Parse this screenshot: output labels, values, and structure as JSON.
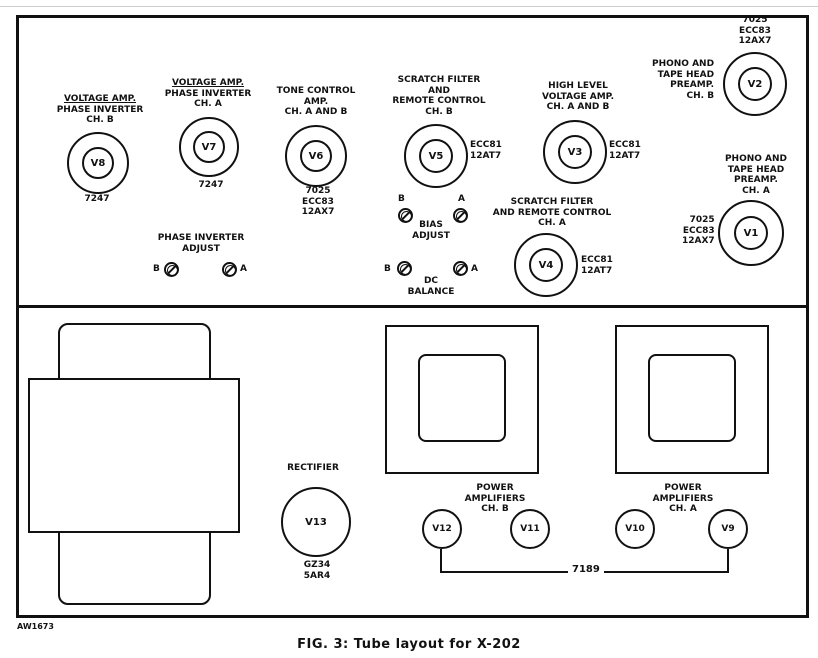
{
  "tubes": {
    "v8": {
      "id": "V8",
      "title1": "VOLTAGE AMP.",
      "title2": "PHASE INVERTER",
      "title3": "CH. B",
      "type": "7247"
    },
    "v7": {
      "id": "V7",
      "title1": "VOLTAGE AMP.",
      "title2": "PHASE INVERTER",
      "title3": "CH. A",
      "type": "7247"
    },
    "v6": {
      "id": "V6",
      "title1": "TONE CONTROL",
      "title2": "AMP.",
      "title3": "CH. A AND B",
      "type1": "7025",
      "type2": "ECC83",
      "type3": "12AX7"
    },
    "v5": {
      "id": "V5",
      "title1": "SCRATCH FILTER",
      "title2": "AND",
      "title3": "REMOTE CONTROL",
      "title4": "CH. B",
      "type1": "ECC81",
      "type2": "12AT7"
    },
    "v3": {
      "id": "V3",
      "title1": "HIGH LEVEL",
      "title2": "VOLTAGE AMP.",
      "title3": "CH. A AND B",
      "type1": "ECC81",
      "type2": "12AT7"
    },
    "v2": {
      "id": "V2",
      "type1": "7025",
      "type2": "ECC83",
      "type3": "12AX7",
      "title1": "PHONO AND",
      "title2": "TAPE HEAD",
      "title3": "PREAMP.",
      "title4": "CH. B"
    },
    "v1": {
      "id": "V1",
      "title1": "PHONO AND",
      "title2": "TAPE HEAD",
      "title3": "PREAMP.",
      "title4": "CH. A",
      "type1": "7025",
      "type2": "ECC83",
      "type3": "12AX7"
    },
    "v4": {
      "id": "V4",
      "title1": "SCRATCH FILTER",
      "title2": "AND REMOTE CONTROL",
      "title3": "CH. A",
      "type1": "ECC81",
      "type2": "12AT7"
    },
    "v13": {
      "id": "V13",
      "title": "RECTIFIER",
      "type1": "GZ34",
      "type2": "5AR4"
    },
    "v12": {
      "id": "V12"
    },
    "v11": {
      "id": "V11"
    },
    "v10": {
      "id": "V10"
    },
    "v9": {
      "id": "V9"
    }
  },
  "adjustments": {
    "phase_inverter": {
      "title1": "PHASE INVERTER",
      "title2": "ADJUST",
      "left": "B",
      "right": "A"
    },
    "bias": {
      "title1": "BIAS",
      "title2": "ADJUST",
      "left": "B",
      "right": "A"
    },
    "dc_balance": {
      "title1": "DC",
      "title2": "BALANCE",
      "left": "B",
      "right": "A"
    }
  },
  "power_amps": {
    "ch_b": {
      "title1": "POWER",
      "title2": "AMPLIFIERS",
      "title3": "CH. B"
    },
    "ch_a": {
      "title1": "POWER",
      "title2": "AMPLIFIERS",
      "title3": "CH. A"
    },
    "type": "7189"
  },
  "corner_code": "AW1673",
  "caption": "FIG. 3: Tube layout for X-202"
}
